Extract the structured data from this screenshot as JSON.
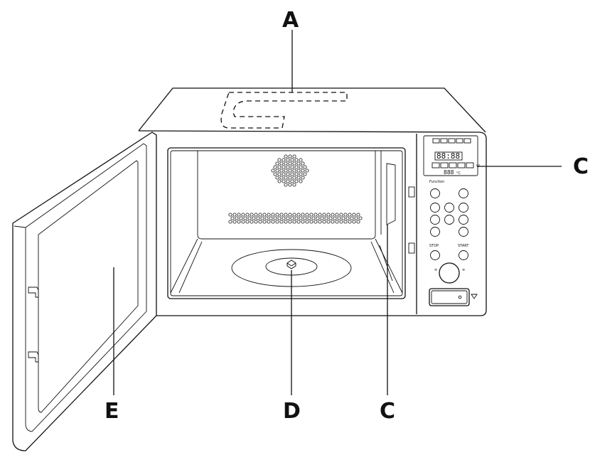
{
  "callouts": {
    "a": "A",
    "c_panel": "C",
    "c_side": "C",
    "d": "D",
    "e": "E"
  },
  "panel": {
    "display_time": "88:88",
    "display_temp": "888",
    "temp_unit": "°C",
    "power_unit": "W",
    "function_label": "Function",
    "stop_label": "STOP",
    "start_label": "START"
  }
}
